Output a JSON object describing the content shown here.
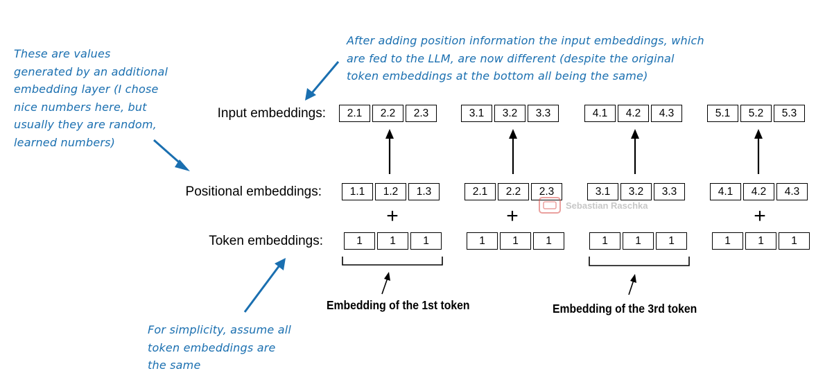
{
  "rows": {
    "input": {
      "label": "Input embeddings:",
      "tokens": [
        [
          "2.1",
          "2.2",
          "2.3"
        ],
        [
          "3.1",
          "3.2",
          "3.3"
        ],
        [
          "4.1",
          "4.2",
          "4.3"
        ],
        [
          "5.1",
          "5.2",
          "5.3"
        ]
      ]
    },
    "positional": {
      "label": "Positional embeddings:",
      "tokens": [
        [
          "1.1",
          "1.2",
          "1.3"
        ],
        [
          "2.1",
          "2.2",
          "2.3"
        ],
        [
          "3.1",
          "3.2",
          "3.3"
        ],
        [
          "4.1",
          "4.2",
          "4.3"
        ]
      ]
    },
    "token": {
      "label": "Token embeddings:",
      "tokens": [
        [
          "1",
          "1",
          "1"
        ],
        [
          "1",
          "1",
          "1"
        ],
        [
          "1",
          "1",
          "1"
        ],
        [
          "1",
          "1",
          "1"
        ]
      ]
    }
  },
  "plus_symbol": "+",
  "captions": {
    "first": "Embedding of the 1st token",
    "third": "Embedding of the 3rd token"
  },
  "annotations": {
    "left": [
      "These are values",
      "generated by an additional",
      "embedding layer (I chose",
      "nice numbers here, but",
      "usually they are random,",
      "learned numbers)"
    ],
    "top": [
      "After adding position information the input embeddings, which",
      "are fed to the LLM, are now different (despite the original",
      "token embeddings at the bottom all being the same)"
    ],
    "bottom": [
      "For simplicity, assume all",
      "token embeddings are",
      "the same"
    ]
  },
  "watermark": "Sebastian Raschka",
  "colors": {
    "annotation": "#1a6fb0",
    "ink": "#000000",
    "watermark": "#d9534f"
  }
}
